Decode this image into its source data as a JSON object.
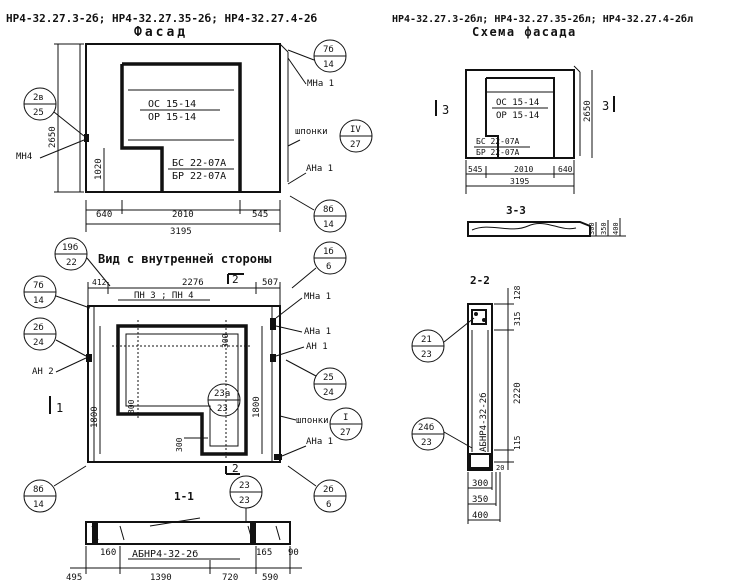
{
  "headings": {
    "left_title": "НР4-32.27.3-2б; НР4-32.27.35-2б; НР4-32.27.4-2б",
    "facade": "Фасад",
    "right_title": "НР4-32.27.3-2бл; НР4-32.27.35-2бл; НР4-32.27.4-2бл",
    "facade_scheme": "Схема фасада",
    "inner_view": "Вид с внутренней стороны",
    "sec_11": "1-1",
    "sec_22": "2-2",
    "sec_33": "3-3"
  },
  "facade": {
    "window_top": "ОС 15-14",
    "window_bot": "ОР 15-14",
    "door_top": "БС 22-07А",
    "door_bot": "БР 22-07А",
    "dim_height": "2650",
    "dim_1020": "1020",
    "dim_640": "640",
    "dim_2010": "2010",
    "dim_545": "545",
    "dim_total": "3195",
    "lbl_mn4": "МН4",
    "lbl_mna1": "МНа 1",
    "lbl_shponki": "шпонки",
    "lbl_ana1": "АНа 1"
  },
  "callouts": {
    "c1": [
      "2в",
      "25"
    ],
    "c2": [
      "7б",
      "14"
    ],
    "c3": [
      "IV",
      "27"
    ],
    "c4": [
      "8б",
      "14"
    ],
    "c5": [
      "19б",
      "22"
    ],
    "c6": [
      "1б",
      "6"
    ],
    "c7": [
      "7б",
      "14"
    ],
    "c8": [
      "2б",
      "24"
    ],
    "c9": [
      "23а",
      "23"
    ],
    "c10": [
      "25",
      "24"
    ],
    "c11": [
      "I",
      "27"
    ],
    "c12": [
      "8б",
      "14"
    ],
    "c13": [
      "23",
      "23"
    ],
    "c14": [
      "2б",
      "6"
    ],
    "c15": [
      "21",
      "23"
    ],
    "c16": [
      "24б",
      "23"
    ]
  },
  "inner": {
    "lbl_pn": "ПН 3 ; ПН 4",
    "dim_412": "412",
    "dim_2276": "2276",
    "dim_507": "507",
    "dim_1800l": "1800",
    "dim_1800r": "1800",
    "dim_300a": "300",
    "dim_300b": "300",
    "dim_300c": "300",
    "lbl_mna1": "МНа 1",
    "lbl_ana1a": "АНа 1",
    "lbl_an1": "АН 1",
    "lbl_an2": "АН 2",
    "lbl_shponki": "шпонки",
    "lbl_ana1b": "АНа 1",
    "cut1": "1",
    "cut2": "2",
    "cut2b": "2"
  },
  "section11": {
    "label": "АБНР4-32-2б",
    "dim_160": "160",
    "dim_165": "165",
    "dim_90": "90",
    "dim_495": "495",
    "dim_1390": "1390",
    "dim_720": "720",
    "dim_590": "590"
  },
  "scheme": {
    "window_top": "ОС 15-14",
    "window_bot": "ОР 15-14",
    "door_top": "БС 22-07А",
    "door_bot": "БР 22-07А",
    "dim_height": "2650",
    "dim_545": "545",
    "dim_2010": "2010",
    "dim_640": "640",
    "dim_total": "3195",
    "cut_left": "3",
    "cut_right": "3"
  },
  "section33": {
    "dim_300": "300",
    "dim_350": "350",
    "dim_400": "400"
  },
  "section22": {
    "label": "АБНР4-32-2б",
    "dim_128": "128",
    "dim_315": "315",
    "dim_2220": "2220",
    "dim_115": "115",
    "dim_20": "20",
    "dim_300": "300",
    "dim_350": "350",
    "dim_400": "400"
  }
}
